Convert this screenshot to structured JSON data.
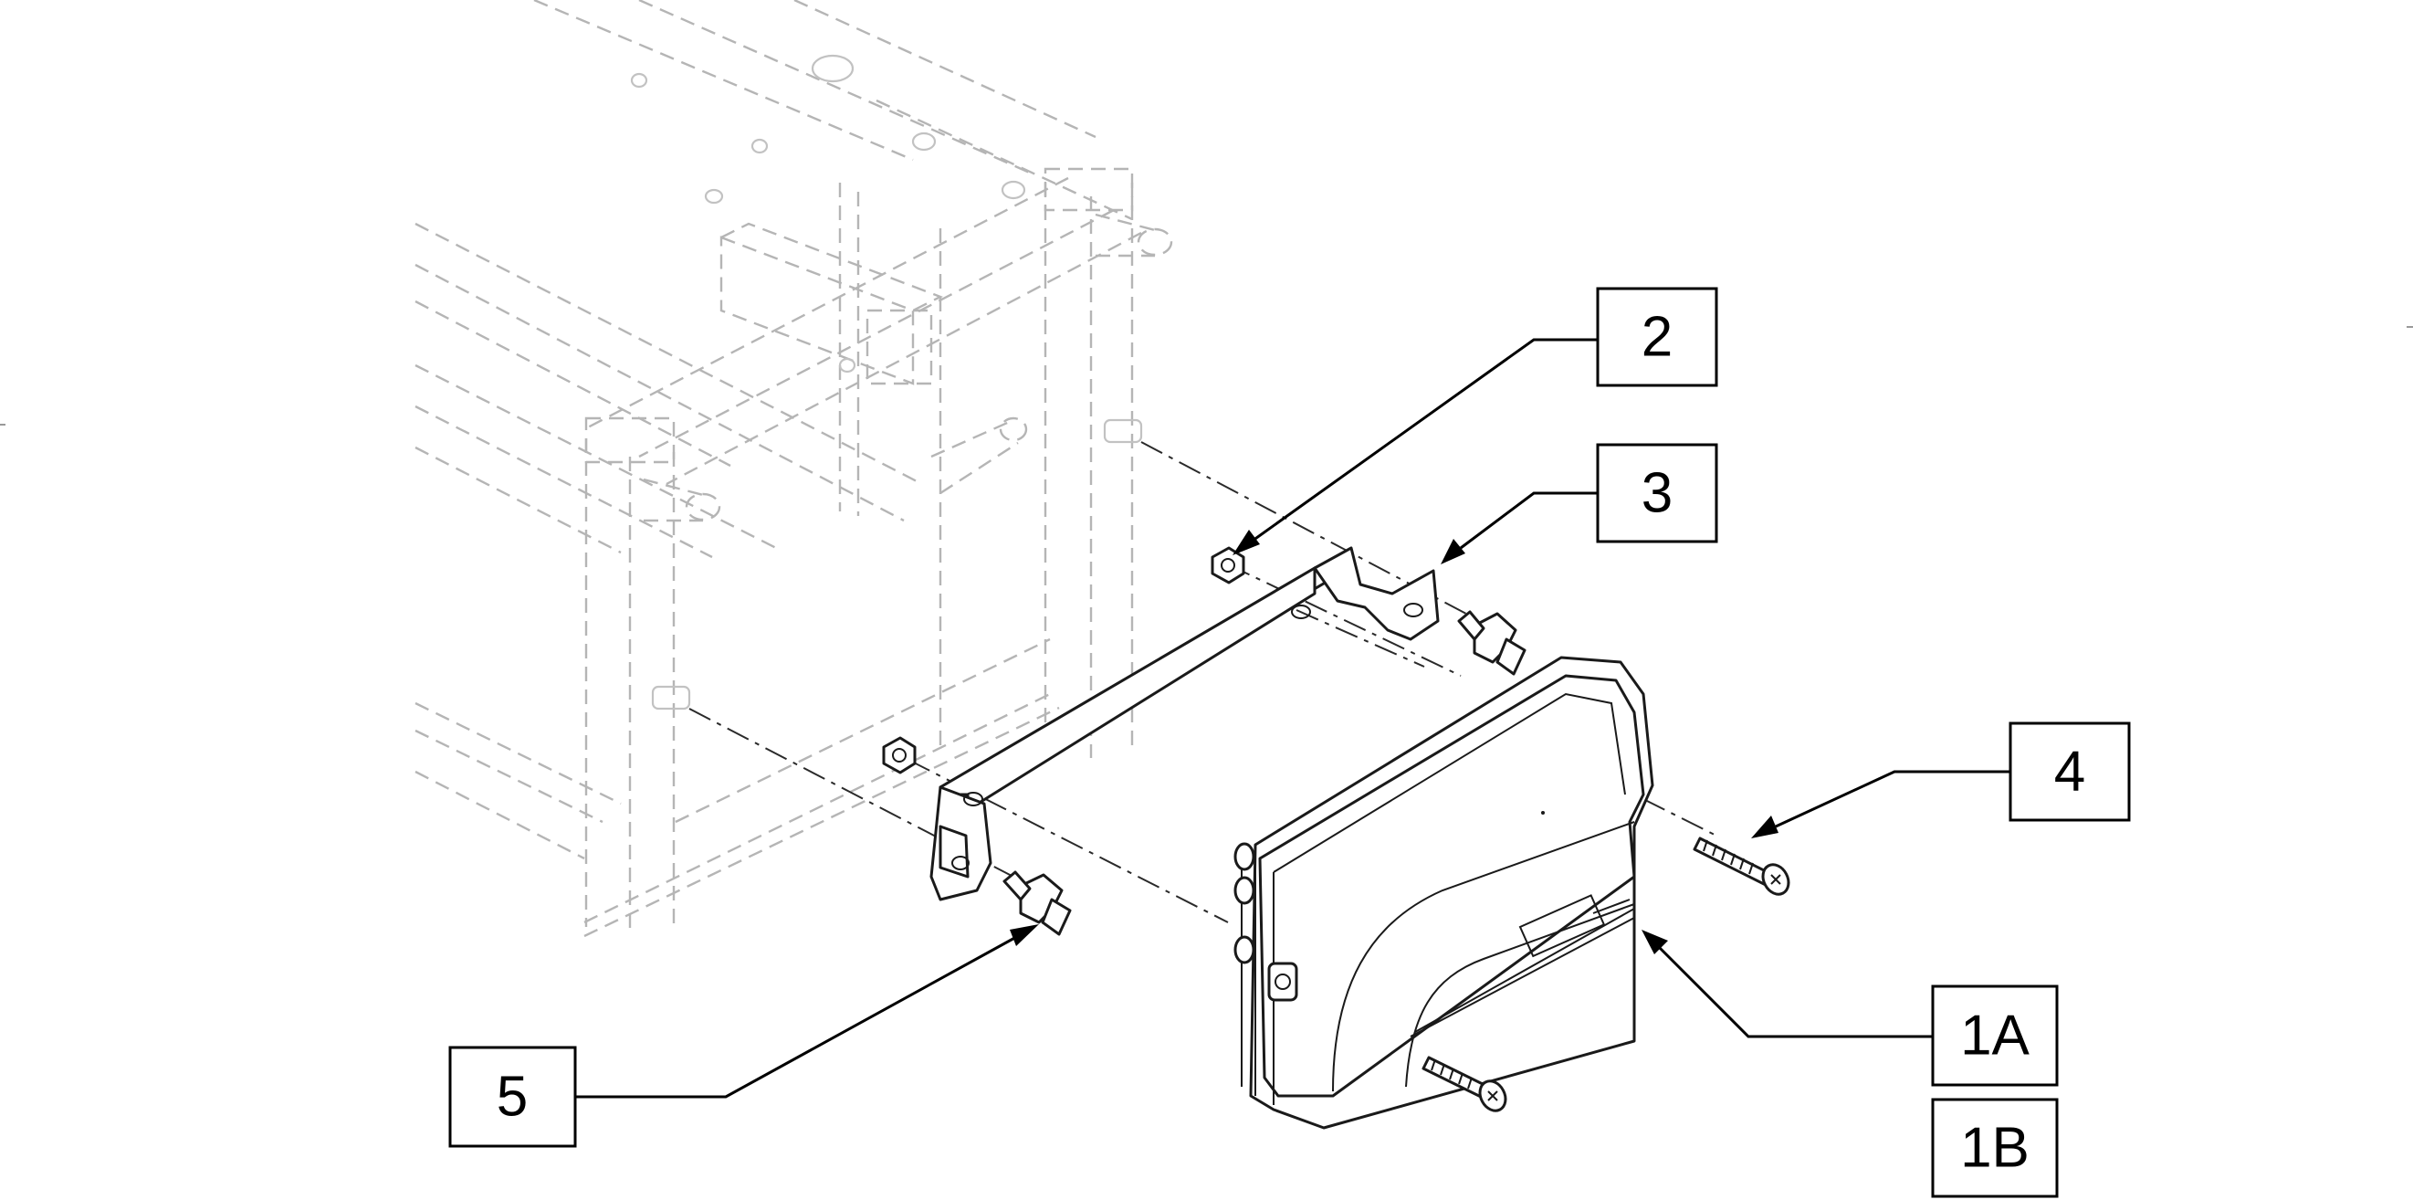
{
  "callouts": [
    {
      "id": "2",
      "label": "2"
    },
    {
      "id": "3",
      "label": "3"
    },
    {
      "id": "4",
      "label": "4"
    },
    {
      "id": "5",
      "label": "5"
    },
    {
      "id": "1A",
      "label": "1A"
    },
    {
      "id": "1B",
      "label": "1B"
    }
  ],
  "colors": {
    "ghost_frame": "#b5b5b5",
    "parts": "#1a1a1a",
    "leaders": "#000000"
  }
}
